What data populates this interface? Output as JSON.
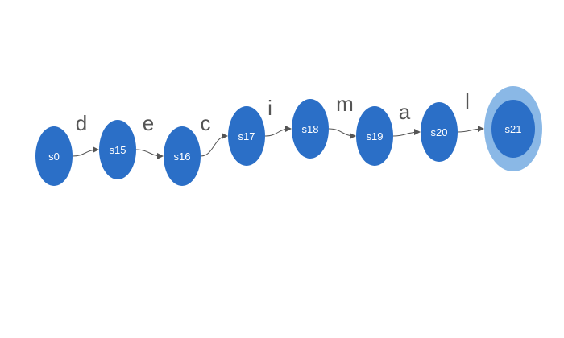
{
  "diagram": {
    "type": "finite-state-automaton",
    "colors": {
      "state_fill": "#2b6fc7",
      "accept_ring": "#8ab8e6",
      "edge": "#555555",
      "edge_label": "#555555",
      "state_label": "#ffffff",
      "background": "#ffffff"
    },
    "states": [
      {
        "id": "s0",
        "label": "s0",
        "accepting": false
      },
      {
        "id": "s15",
        "label": "s15",
        "accepting": false
      },
      {
        "id": "s16",
        "label": "s16",
        "accepting": false
      },
      {
        "id": "s17",
        "label": "s17",
        "accepting": false
      },
      {
        "id": "s18",
        "label": "s18",
        "accepting": false
      },
      {
        "id": "s19",
        "label": "s19",
        "accepting": false
      },
      {
        "id": "s20",
        "label": "s20",
        "accepting": false
      },
      {
        "id": "s21",
        "label": "s21",
        "accepting": true
      }
    ],
    "transitions": [
      {
        "from": "s0",
        "to": "s15",
        "symbol": "d"
      },
      {
        "from": "s15",
        "to": "s16",
        "symbol": "e"
      },
      {
        "from": "s16",
        "to": "s17",
        "symbol": "c"
      },
      {
        "from": "s17",
        "to": "s18",
        "symbol": "i"
      },
      {
        "from": "s18",
        "to": "s19",
        "symbol": "m"
      },
      {
        "from": "s19",
        "to": "s20",
        "symbol": "a"
      },
      {
        "from": "s20",
        "to": "s21",
        "symbol": "l"
      }
    ]
  }
}
